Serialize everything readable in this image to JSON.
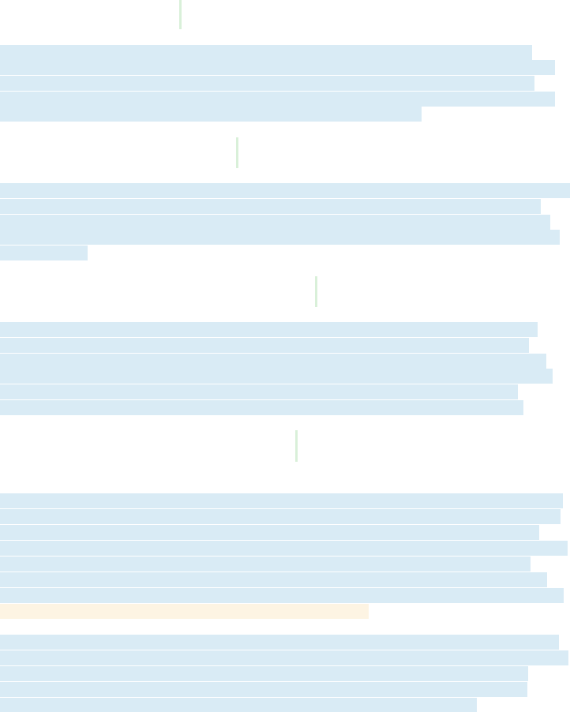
{
  "document": {
    "sections": [
      {
        "name": "section-1",
        "line_count": 5
      },
      {
        "name": "section-2",
        "line_count": 5
      },
      {
        "name": "section-3",
        "line_count": 6
      },
      {
        "name": "section-4",
        "line_count": 13
      }
    ]
  },
  "colors": {
    "text_block": "#d9ebf5",
    "highlight_block": "#fdf4e3",
    "cursor": "#d9f0d9",
    "background": "#ffffff"
  }
}
